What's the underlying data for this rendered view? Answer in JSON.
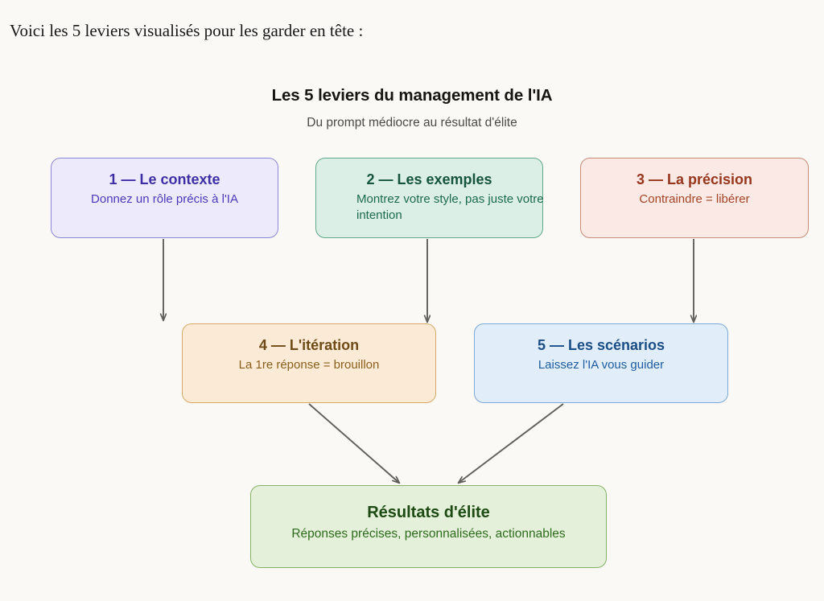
{
  "intro": {
    "text": "Voici les 5 leviers visualisés pour les garder en tête :"
  },
  "diagram": {
    "title": "Les 5 leviers du management de l'IA",
    "subtitle": "Du prompt médiocre au résultat d'élite",
    "colors": {
      "page_background": "#FAF9F5",
      "node1_bg": "#EDEAFB",
      "node1_border": "#8C86DA",
      "node1_text": "#4B39BC",
      "node2_bg": "#DCEFE6",
      "node2_border": "#5FA98A",
      "node2_text": "#1B6B4D",
      "node3_bg": "#FAE9E4",
      "node3_border": "#C88B78",
      "node3_text": "#A54428",
      "node4_bg": "#FBEBD6",
      "node4_border": "#D8A866",
      "node4_text": "#8A5F1C",
      "node5_bg": "#E1EDF9",
      "node5_border": "#7BA8D7",
      "node5_text": "#1E5DA0",
      "result_bg": "#E5F0DA",
      "result_border": "#86B265",
      "result_text": "#2D6B1C",
      "arrow": "#5F5F5B"
    },
    "nodes": [
      {
        "id": "node-1",
        "title": "1 — Le contexte",
        "subtitle": "Donnez un rôle précis à l'IA"
      },
      {
        "id": "node-2",
        "title": "2 — Les exemples",
        "subtitle": "Montrez votre style, pas juste votre intention"
      },
      {
        "id": "node-3",
        "title": "3 — La précision",
        "subtitle": "Contraindre = libérer"
      },
      {
        "id": "node-4",
        "title": "4 — L'itération",
        "subtitle": "La 1re réponse = brouillon"
      },
      {
        "id": "node-5",
        "title": "5 — Les scénarios",
        "subtitle": "Laissez l'IA vous guider"
      },
      {
        "id": "node-result",
        "title": "Résultats d'élite",
        "subtitle": "Réponses précises, personnalisées, actionnables"
      }
    ],
    "edges": [
      {
        "name": "edge-1-to-4",
        "from": "node-1",
        "to": "node-4"
      },
      {
        "name": "edge-2-to-4",
        "from": "node-2",
        "to": "node-4"
      },
      {
        "name": "edge-3-to-5",
        "from": "node-3",
        "to": "node-5"
      },
      {
        "name": "edge-4-to-result",
        "from": "node-4",
        "to": "node-result"
      },
      {
        "name": "edge-5-to-result",
        "from": "node-5",
        "to": "node-result"
      }
    ]
  }
}
